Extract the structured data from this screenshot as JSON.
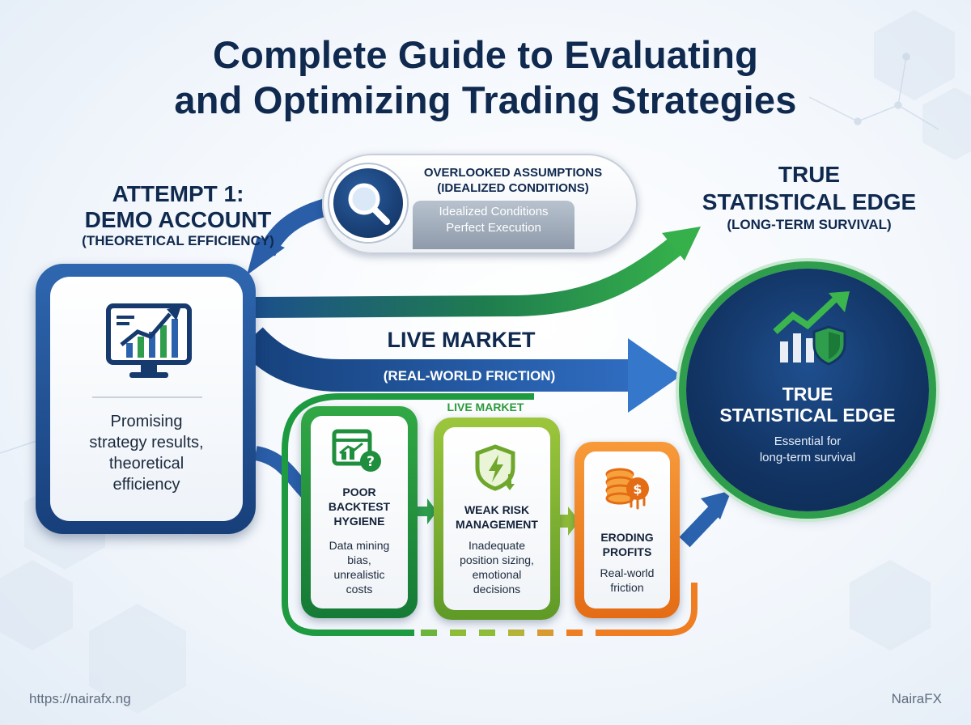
{
  "title": {
    "line1": "Complete Guide to Evaluating",
    "line2": "and Optimizing Trading Strategies"
  },
  "attempt": {
    "line1": "ATTEMPT 1:",
    "line2": "DEMO ACCOUNT",
    "line3": "(THEORETICAL EFFICIENCY)",
    "card_text": [
      "Promising",
      "strategy results,",
      "theoretical",
      "efficiency"
    ],
    "icon": "monitor-chart-icon"
  },
  "assumptions": {
    "title1": "OVERLOOKED ASSUMPTIONS",
    "title2": "(IDEALIZED CONDITIONS)",
    "sub1": "Idealized Conditions",
    "sub2": "Perfect Execution",
    "icon": "magnifier-icon"
  },
  "edge_heading": {
    "line1": "TRUE",
    "line2": "STATISTICAL EDGE",
    "line3": "(LONG-TERM SURVIVAL)"
  },
  "live_market": {
    "label": "LIVE MARKET",
    "sublabel": "(REAL-WORLD FRICTION)",
    "box_label": "LIVE MARKET"
  },
  "steps": [
    {
      "heading": [
        "POOR",
        "BACKTEST",
        "HYGIENE"
      ],
      "body": [
        "Data mining",
        "bias,",
        "unrealistic",
        "costs"
      ],
      "icon": "chart-question-icon",
      "color": "#1f9a3e"
    },
    {
      "heading": [
        "WEAK RISK",
        "MANAGEMENT"
      ],
      "body": [
        "Inadequate",
        "position sizing,",
        "emotional",
        "decisions"
      ],
      "icon": "shield-bolt-icon",
      "color": "#7fb132"
    },
    {
      "heading": [
        "ERODING",
        "PROFITS"
      ],
      "body": [
        "Real-world",
        "friction"
      ],
      "icon": "coins-dollar-icon",
      "color": "#ef7d22"
    }
  ],
  "edge_circle": {
    "title1": "TRUE",
    "title2": "STATISTICAL EDGE",
    "sub1": "Essential for",
    "sub2": "long-term survival",
    "icon": "growth-shield-icon"
  },
  "footer": {
    "url": "https://nairafx.ng",
    "brand": "NairaFX"
  },
  "colors": {
    "navy": "#10294f",
    "blue": "#2a62ad",
    "green": "#2e9e4c",
    "lime": "#8fbd38",
    "orange": "#ef7d22"
  }
}
